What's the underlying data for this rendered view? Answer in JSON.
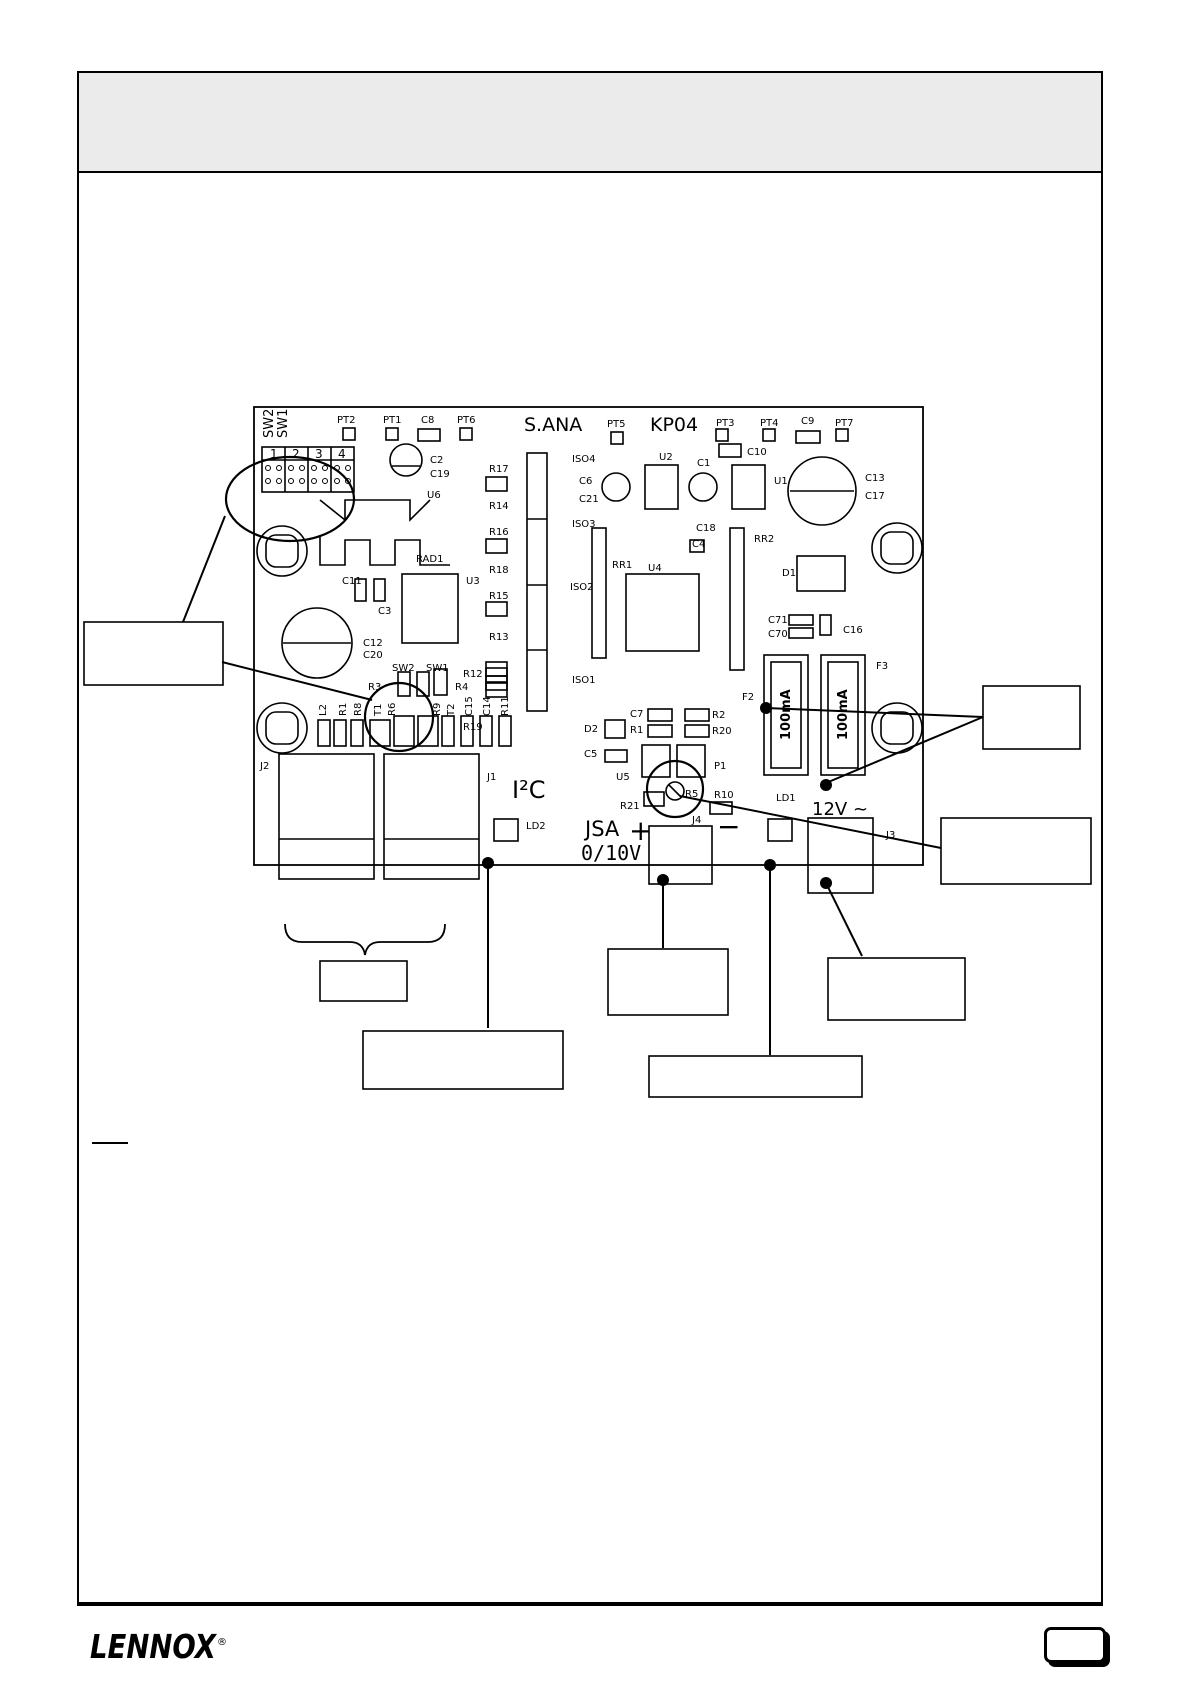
{
  "board": {
    "name": "S.ANA",
    "ref": "KP04",
    "switch_labels": [
      "SW2",
      "SW1"
    ],
    "dip_numbers": [
      "1",
      "2",
      "3",
      "4"
    ],
    "components": {
      "PT2": "PT2",
      "PT1": "PT1",
      "C8": "C8",
      "PT6": "PT6",
      "PT5": "PT5",
      "PT3": "PT3",
      "PT4": "PT4",
      "C9": "C9",
      "PT7": "PT7",
      "C10": "C10",
      "C2": "C2",
      "C19": "C19",
      "U6": "U6",
      "RAD1": "RAD1",
      "R17": "R17",
      "R14": "R14",
      "R16": "R16",
      "R18": "R18",
      "R15": "R15",
      "R13": "R13",
      "R12": "R12",
      "R19": "R19",
      "ISO4": "ISO4",
      "ISO3": "ISO3",
      "ISO2": "ISO2",
      "ISO1": "ISO1",
      "C6": "C6",
      "C21": "C21",
      "U2": "U2",
      "C1": "C1",
      "U1": "U1",
      "C18": "C18",
      "C4": "C4",
      "RR1": "RR1",
      "RR2": "RR2",
      "U4": "U4",
      "C13": "C13",
      "C17": "C17",
      "D1": "D1",
      "C71": "C71",
      "C70": "C70",
      "C16": "C16",
      "F2": "F2",
      "F3": "F3",
      "C11": "C11",
      "C3": "C3",
      "U3": "U3",
      "C12": "C12",
      "C20": "C20",
      "SW2": "SW2",
      "SW1": "SW1",
      "R3": "R3",
      "R4": "R4",
      "L2": "L2",
      "R1": "R1",
      "R8": "R8",
      "T1": "T1",
      "R6": "R6",
      "R9": "R9",
      "T2": "T2",
      "C15": "C15",
      "C14": "C14",
      "R11": "R11",
      "J2": "J2",
      "J1": "J1",
      "LD2": "LD2",
      "C7": "C7",
      "R2": "R2",
      "R20": "R20",
      "D2": "D2",
      "C5": "C5",
      "U5": "U5",
      "P1": "P1",
      "R10": "R10",
      "R21": "R21",
      "R5": "R5",
      "J4": "J4",
      "LD1": "LD1",
      "J3": "J3"
    },
    "fuse_rating": "100mA",
    "i2c_label": "I²C",
    "jsa_label": "JSA",
    "analog_label": "0/10V",
    "plus_sign": "+",
    "minus_sign": "−",
    "power_label": "12V ~"
  },
  "colors": {
    "header_band": "#ebebeb",
    "ink": "#000000"
  },
  "footer": {
    "logo_text": "LENNOX",
    "logo_mark": "®"
  }
}
